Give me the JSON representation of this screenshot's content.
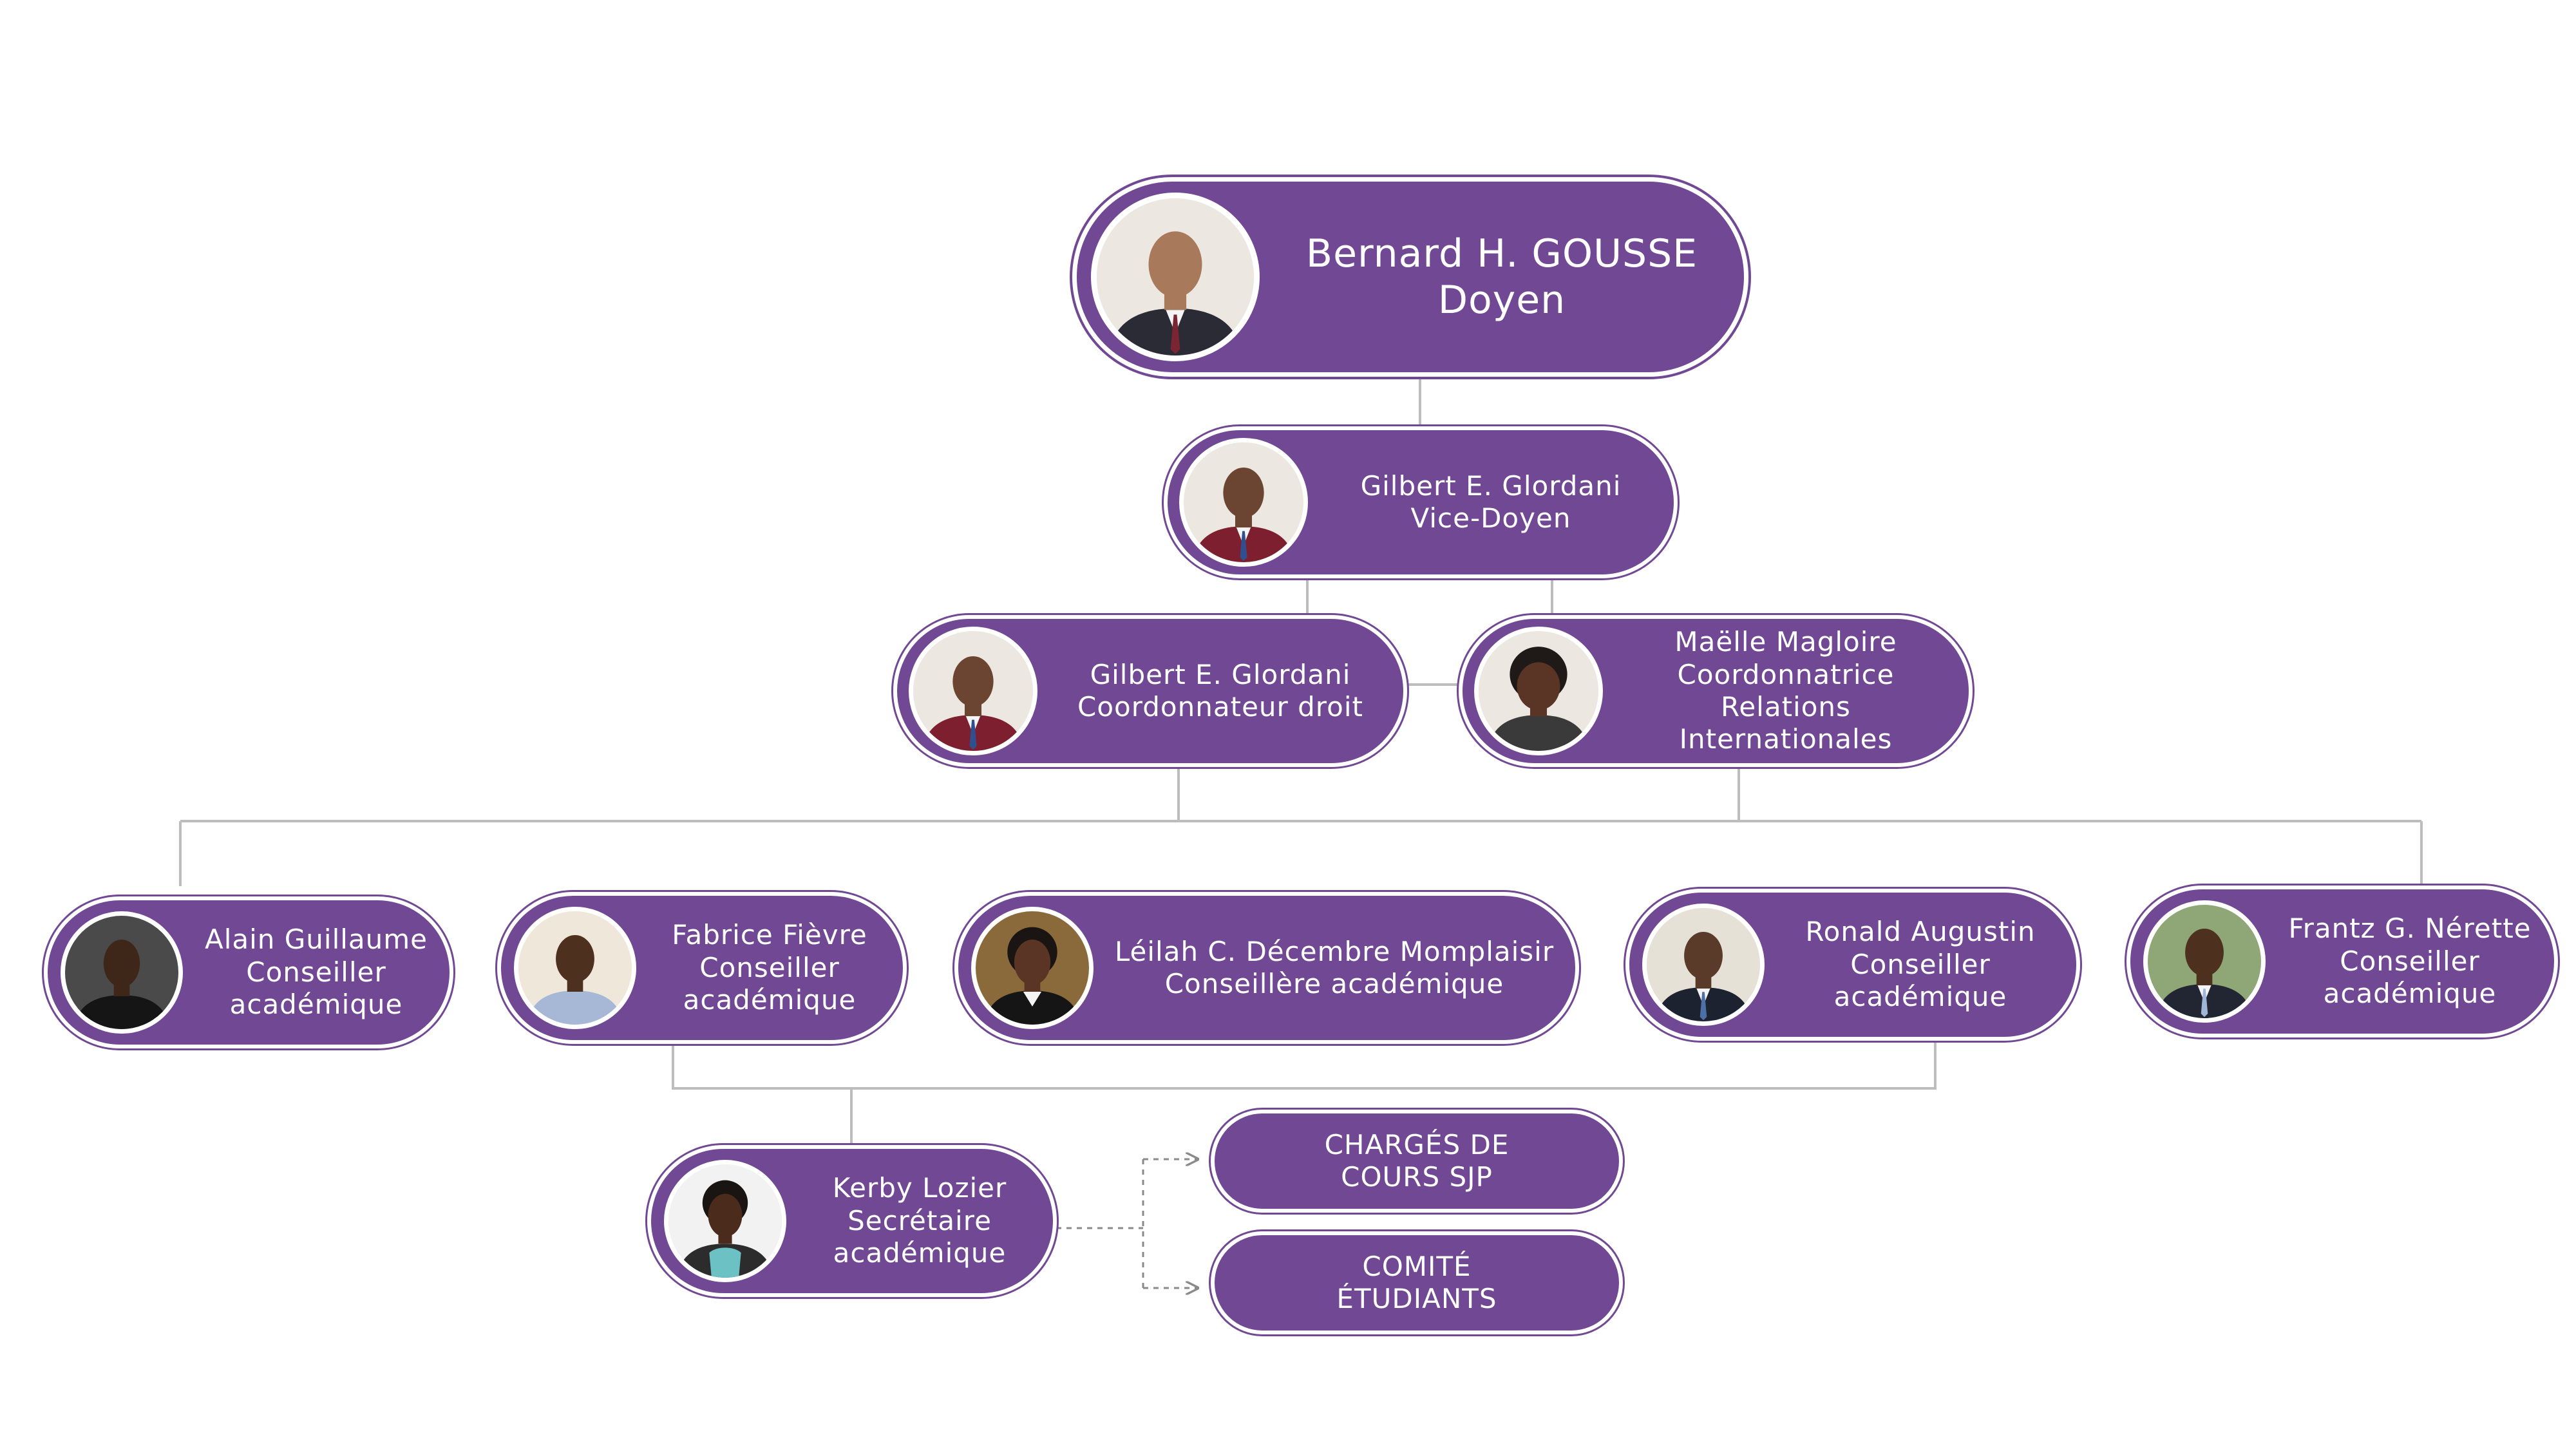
{
  "colors": {
    "node_fill": "#714893",
    "connector": "#bdbdbd",
    "text": "#ffffff"
  },
  "nodes": {
    "doyen": {
      "name": "Bernard H. GOUSSE",
      "role": "Doyen"
    },
    "vice_doyen": {
      "name": "Gilbert E. Glordani",
      "role": "Vice-Doyen"
    },
    "coord_droit": {
      "name": "Gilbert E. Glordani",
      "role": "Coordonnateur droit"
    },
    "coord_ri": {
      "name": "Maëlle Magloire",
      "role_lines": [
        "Coordonnatrice",
        "Relations",
        "Internationales"
      ]
    },
    "guillaume": {
      "name": "Alain Guillaume",
      "role_lines": [
        "Conseiller",
        "académique"
      ]
    },
    "fievre": {
      "name": "Fabrice Fièvre",
      "role_lines": [
        "Conseiller",
        "académique"
      ]
    },
    "momplaisir": {
      "name": "Léilah C. Décembre Momplaisir",
      "role": "Conseillère académique"
    },
    "augustin": {
      "name": "Ronald Augustin",
      "role_lines": [
        "Conseiller",
        "académique"
      ]
    },
    "nerette": {
      "name": "Frantz G. Nérette",
      "role_lines": [
        "Conseiller",
        "académique"
      ]
    },
    "lozier": {
      "name": "Kerby Lozier",
      "role_lines": [
        "Secrétaire",
        "académique"
      ]
    },
    "charges": {
      "lines": [
        "CHARGÉS DE",
        "COURS SJP"
      ]
    },
    "comite": {
      "lines": [
        "COMITÉ",
        "ÉTUDIANTS"
      ]
    }
  }
}
